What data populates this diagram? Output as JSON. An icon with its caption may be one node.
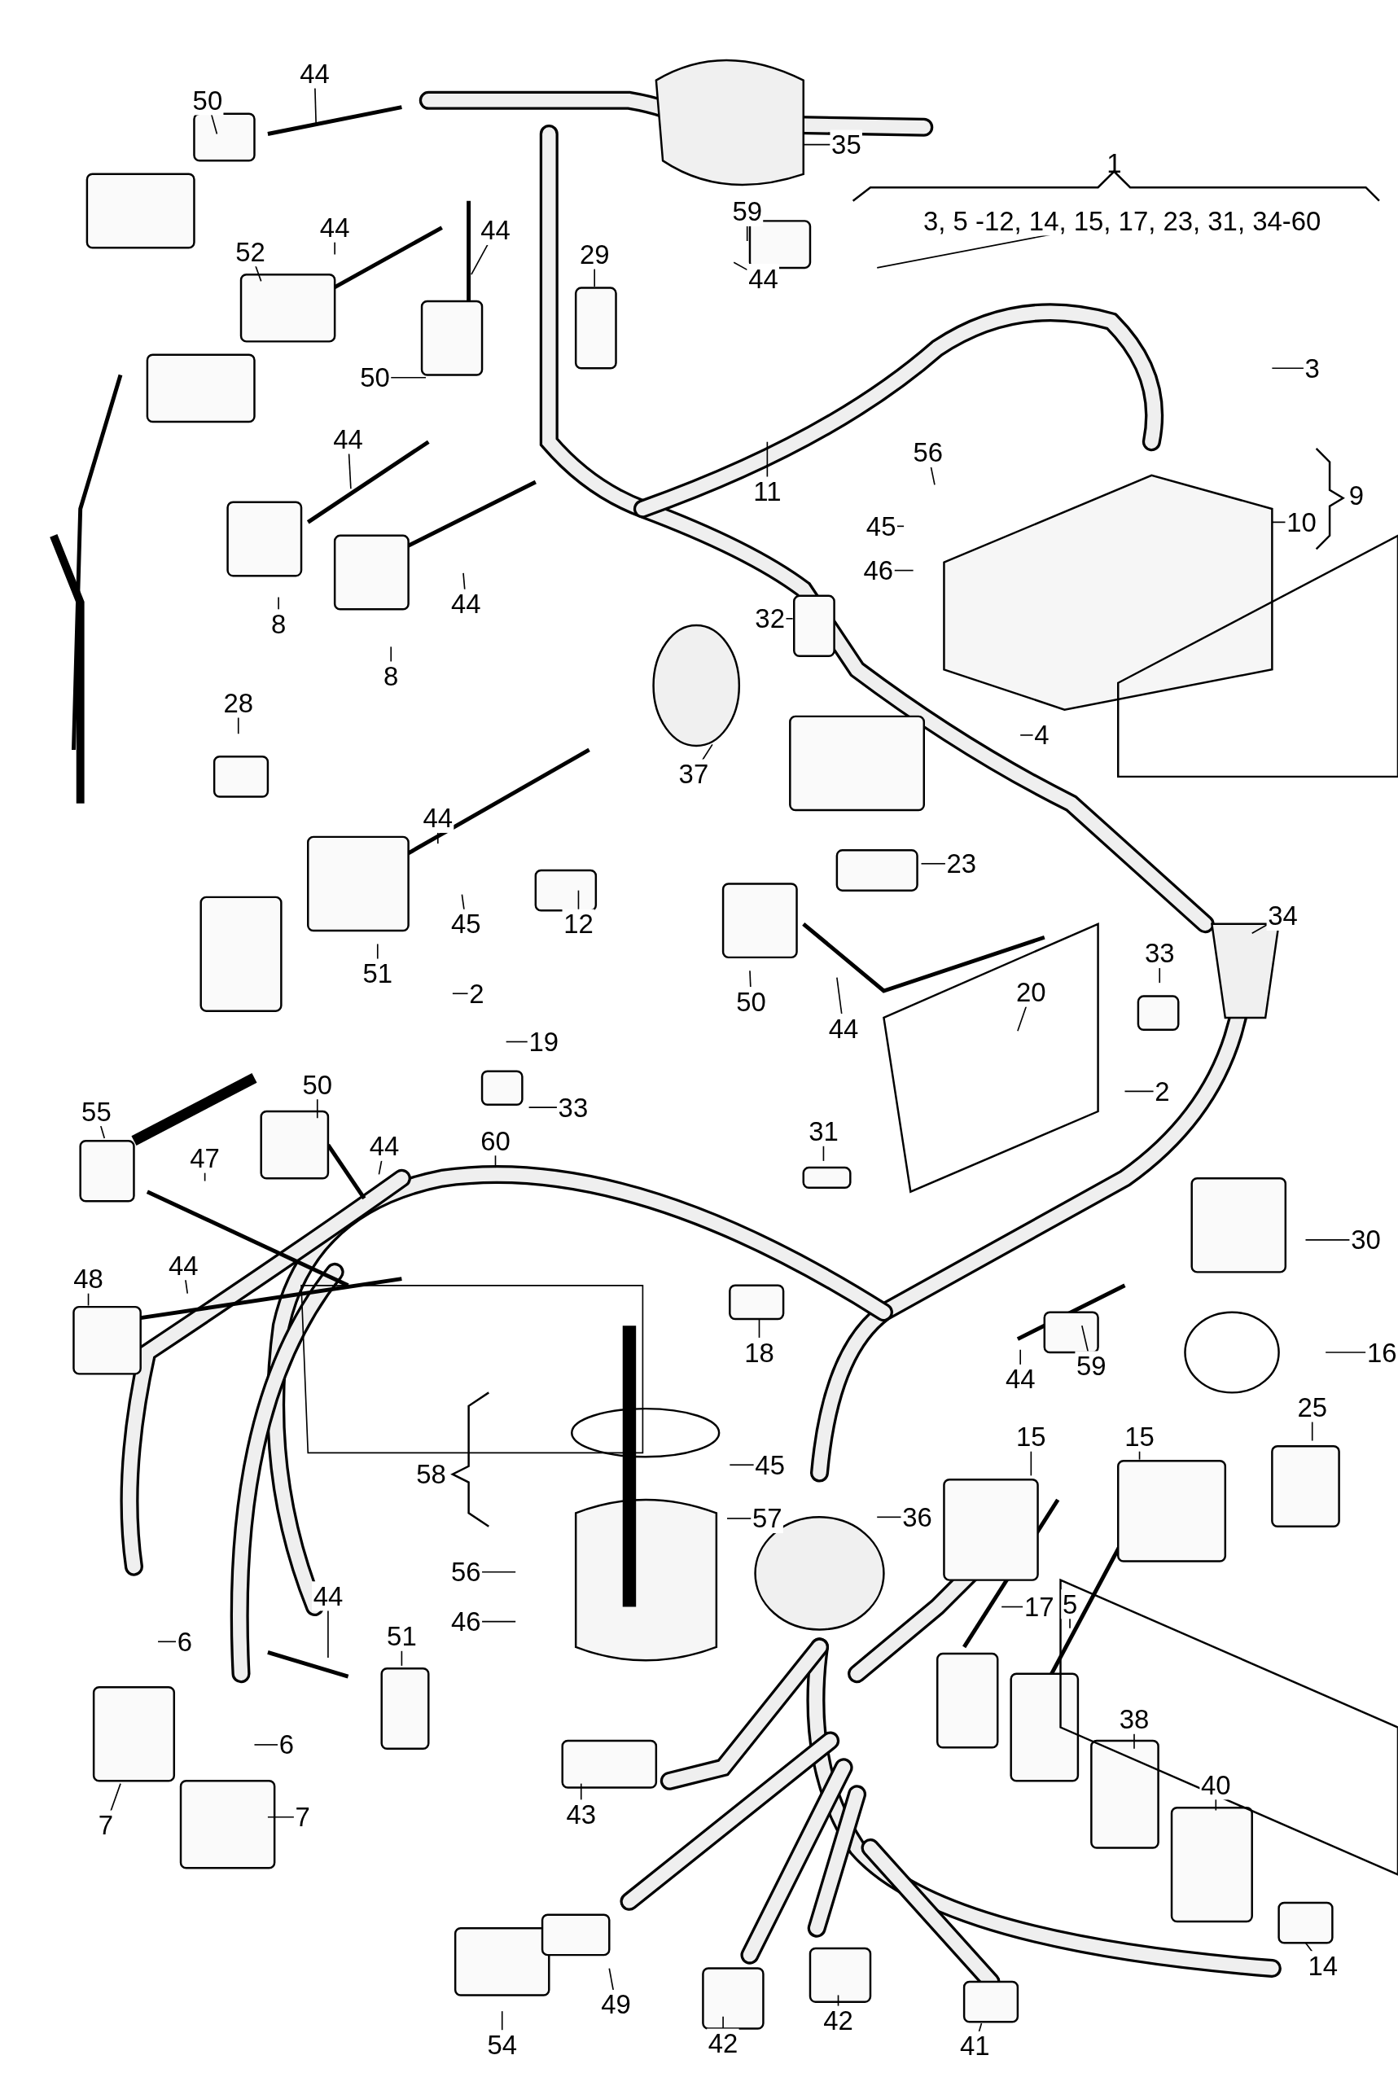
{
  "diagram": {
    "nodes": [
      {
        "text": [
          "50"
        ]
      },
      {
        "text": [
          "44"
        ]
      },
      {
        "text": [
          "35"
        ]
      },
      {
        "text": [
          "3, 5 -12, 14, 15, 17, 23, 31, 34-60"
        ]
      },
      {
        "text": [
          "59"
        ]
      },
      {
        "text": [
          "44"
        ]
      },
      {
        "text": [
          "29"
        ]
      },
      {
        "text": [
          "52"
        ]
      },
      {
        "text": [
          "44"
        ]
      },
      {
        "text": [
          "44"
        ]
      },
      {
        "text": [
          "3"
        ]
      },
      {
        "text": [
          "50"
        ]
      },
      {
        "text": [
          "44"
        ]
      },
      {
        "text": [
          "11"
        ]
      },
      {
        "text": [
          "56"
        ]
      },
      {
        "text": [
          "45"
        ]
      },
      {
        "text": [
          "46"
        ]
      },
      {
        "text": [
          "10"
        ]
      },
      {
        "text": [
          "8"
        ]
      },
      {
        "text": [
          "44"
        ]
      },
      {
        "text": [
          "8"
        ]
      },
      {
        "text": [
          "32"
        ]
      },
      {
        "text": [
          "28"
        ]
      },
      {
        "text": [
          "4"
        ]
      },
      {
        "text": [
          "37"
        ]
      },
      {
        "text": [
          "44"
        ]
      },
      {
        "text": [
          "23"
        ]
      },
      {
        "text": [
          "45"
        ]
      },
      {
        "text": [
          "12"
        ]
      },
      {
        "text": [
          "51"
        ]
      },
      {
        "text": [
          "34"
        ]
      },
      {
        "text": [
          "33"
        ]
      },
      {
        "text": [
          "2"
        ]
      },
      {
        "text": [
          "19"
        ]
      },
      {
        "text": [
          "50"
        ]
      },
      {
        "text": [
          "44"
        ]
      },
      {
        "text": [
          "20"
        ]
      },
      {
        "text": [
          "2"
        ]
      },
      {
        "text": [
          "33"
        ]
      },
      {
        "text": [
          "55"
        ]
      },
      {
        "text": [
          "50"
        ]
      },
      {
        "text": [
          "44"
        ]
      },
      {
        "text": [
          "31"
        ]
      },
      {
        "text": [
          "47"
        ]
      },
      {
        "text": [
          "60"
        ]
      },
      {
        "text": [
          "30"
        ]
      },
      {
        "text": [
          "48"
        ]
      },
      {
        "text": [
          "44"
        ]
      },
      {
        "text": [
          "18"
        ]
      },
      {
        "text": [
          "16"
        ]
      },
      {
        "text": [
          "44"
        ]
      },
      {
        "text": [
          "59"
        ]
      },
      {
        "text": [
          "15"
        ]
      },
      {
        "text": [
          "15"
        ]
      },
      {
        "text": [
          "25"
        ]
      },
      {
        "text": [
          "45"
        ]
      },
      {
        "text": [
          "57"
        ]
      },
      {
        "text": [
          "36"
        ]
      },
      {
        "text": [
          "56"
        ]
      },
      {
        "text": [
          "46"
        ]
      },
      {
        "text": [
          "44"
        ]
      },
      {
        "text": [
          "51"
        ]
      },
      {
        "text": [
          "6"
        ]
      },
      {
        "text": [
          "6"
        ]
      },
      {
        "text": [
          "17"
        ]
      },
      {
        "text": [
          "5"
        ]
      },
      {
        "text": [
          "38"
        ]
      },
      {
        "text": [
          "40"
        ]
      },
      {
        "text": [
          "7"
        ]
      },
      {
        "text": [
          "7"
        ]
      },
      {
        "text": [
          "43"
        ]
      },
      {
        "text": [
          "14"
        ]
      },
      {
        "text": [
          "49"
        ]
      },
      {
        "text": [
          "54"
        ]
      },
      {
        "text": [
          "42"
        ]
      },
      {
        "text": [
          "42"
        ]
      },
      {
        "text": [
          "41"
        ]
      }
    ],
    "edges": [
      {
        "from": 0,
        "to": null,
        "arrow": "none"
      },
      {
        "from": 1,
        "to": null,
        "arrow": "none"
      },
      {
        "from": 2,
        "to": null,
        "arrow": "none"
      },
      {
        "from": 3,
        "to": null,
        "arrow": "none"
      },
      {
        "from": 4,
        "to": null,
        "arrow": "none"
      },
      {
        "from": 5,
        "to": null,
        "arrow": "none"
      },
      {
        "from": 6,
        "to": null,
        "arrow": "none"
      },
      {
        "from": 7,
        "to": null,
        "arrow": "none"
      },
      {
        "from": 8,
        "to": null,
        "arrow": "none"
      },
      {
        "from": 9,
        "to": null,
        "arrow": "none"
      },
      {
        "from": 10,
        "to": null,
        "arrow": "none"
      },
      {
        "from": 11,
        "to": null,
        "arrow": "none"
      },
      {
        "from": 12,
        "to": null,
        "arrow": "none"
      },
      {
        "from": 13,
        "to": null,
        "arrow": "none"
      },
      {
        "from": 14,
        "to": null,
        "arrow": "none"
      },
      {
        "from": 15,
        "to": null,
        "arrow": "none"
      },
      {
        "from": 16,
        "to": null,
        "arrow": "none"
      },
      {
        "from": 17,
        "to": null,
        "arrow": "none"
      },
      {
        "from": 18,
        "to": null,
        "arrow": "none"
      },
      {
        "from": 19,
        "to": null,
        "arrow": "none"
      },
      {
        "from": 20,
        "to": null,
        "arrow": "none"
      },
      {
        "from": 21,
        "to": null,
        "arrow": "none"
      },
      {
        "from": 22,
        "to": null,
        "arrow": "none"
      },
      {
        "from": 23,
        "to": null,
        "arrow": "none"
      },
      {
        "from": 24,
        "to": null,
        "arrow": "none"
      },
      {
        "from": 25,
        "to": null,
        "arrow": "none"
      },
      {
        "from": 26,
        "to": null,
        "arrow": "none"
      },
      {
        "from": 27,
        "to": null,
        "arrow": "none"
      },
      {
        "from": 28,
        "to": null,
        "arrow": "none"
      },
      {
        "from": 29,
        "to": null,
        "arrow": "none"
      },
      {
        "from": 30,
        "to": null,
        "arrow": "none"
      },
      {
        "from": 31,
        "to": null,
        "arrow": "none"
      },
      {
        "from": 32,
        "to": null,
        "arrow": "none"
      },
      {
        "from": 33,
        "to": null,
        "arrow": "none"
      },
      {
        "from": 34,
        "to": null,
        "arrow": "none"
      },
      {
        "from": 35,
        "to": null,
        "arrow": "none"
      },
      {
        "from": 36,
        "to": null,
        "arrow": "none"
      },
      {
        "from": 37,
        "to": null,
        "arrow": "none"
      },
      {
        "from": 38,
        "to": null,
        "arrow": "none"
      },
      {
        "from": 39,
        "to": null,
        "arrow": "none"
      },
      {
        "from": 40,
        "to": null,
        "arrow": "none"
      },
      {
        "from": 41,
        "to": null,
        "arrow": "none"
      },
      {
        "from": 42,
        "to": null,
        "arrow": "none"
      },
      {
        "from": 43,
        "to": null,
        "arrow": "none"
      },
      {
        "from": 44,
        "to": null,
        "arrow": "none"
      },
      {
        "from": 45,
        "to": null,
        "arrow": "none"
      },
      {
        "from": 46,
        "to": null,
        "arrow": "none"
      },
      {
        "from": 47,
        "to": null,
        "arrow": "none"
      },
      {
        "from": 48,
        "to": null,
        "arrow": "none"
      },
      {
        "from": 49,
        "to": null,
        "arrow": "none"
      },
      {
        "from": 50,
        "to": null,
        "arrow": "none"
      },
      {
        "from": 51,
        "to": null,
        "arrow": "none"
      },
      {
        "from": 52,
        "to": null,
        "arrow": "none"
      },
      {
        "from": 53,
        "to": null,
        "arrow": "none"
      },
      {
        "from": 54,
        "to": null,
        "arrow": "none"
      },
      {
        "from": 55,
        "to": null,
        "arrow": "none"
      },
      {
        "from": 56,
        "to": null,
        "arrow": "none"
      },
      {
        "from": 57,
        "to": null,
        "arrow": "none"
      },
      {
        "from": 58,
        "to": null,
        "arrow": "none"
      },
      {
        "from": 59,
        "to": null,
        "arrow": "none"
      },
      {
        "from": 60,
        "to": null,
        "arrow": "none"
      },
      {
        "from": 61,
        "to": null,
        "arrow": "none"
      },
      {
        "from": 62,
        "to": null,
        "arrow": "none"
      },
      {
        "from": 63,
        "to": null,
        "arrow": "none"
      },
      {
        "from": 64,
        "to": null,
        "arrow": "none"
      },
      {
        "from": 65,
        "to": null,
        "arrow": "none"
      },
      {
        "from": 66,
        "to": null,
        "arrow": "none"
      },
      {
        "from": 67,
        "to": null,
        "arrow": "none"
      },
      {
        "from": 68,
        "to": null,
        "arrow": "none"
      },
      {
        "from": 69,
        "to": null,
        "arrow": "none"
      },
      {
        "from": 70,
        "to": null,
        "arrow": "none"
      },
      {
        "from": 71,
        "to": null,
        "arrow": "none"
      },
      {
        "from": 72,
        "to": null,
        "arrow": "none"
      },
      {
        "from": 73,
        "to": null,
        "arrow": "none"
      },
      {
        "from": 74,
        "to": null,
        "arrow": "none"
      },
      {
        "from": 75,
        "to": null,
        "arrow": "none"
      },
      {
        "from": 76,
        "to": null,
        "arrow": "none"
      }
    ],
    "labels": [
      "1",
      "9",
      "58"
    ]
  }
}
